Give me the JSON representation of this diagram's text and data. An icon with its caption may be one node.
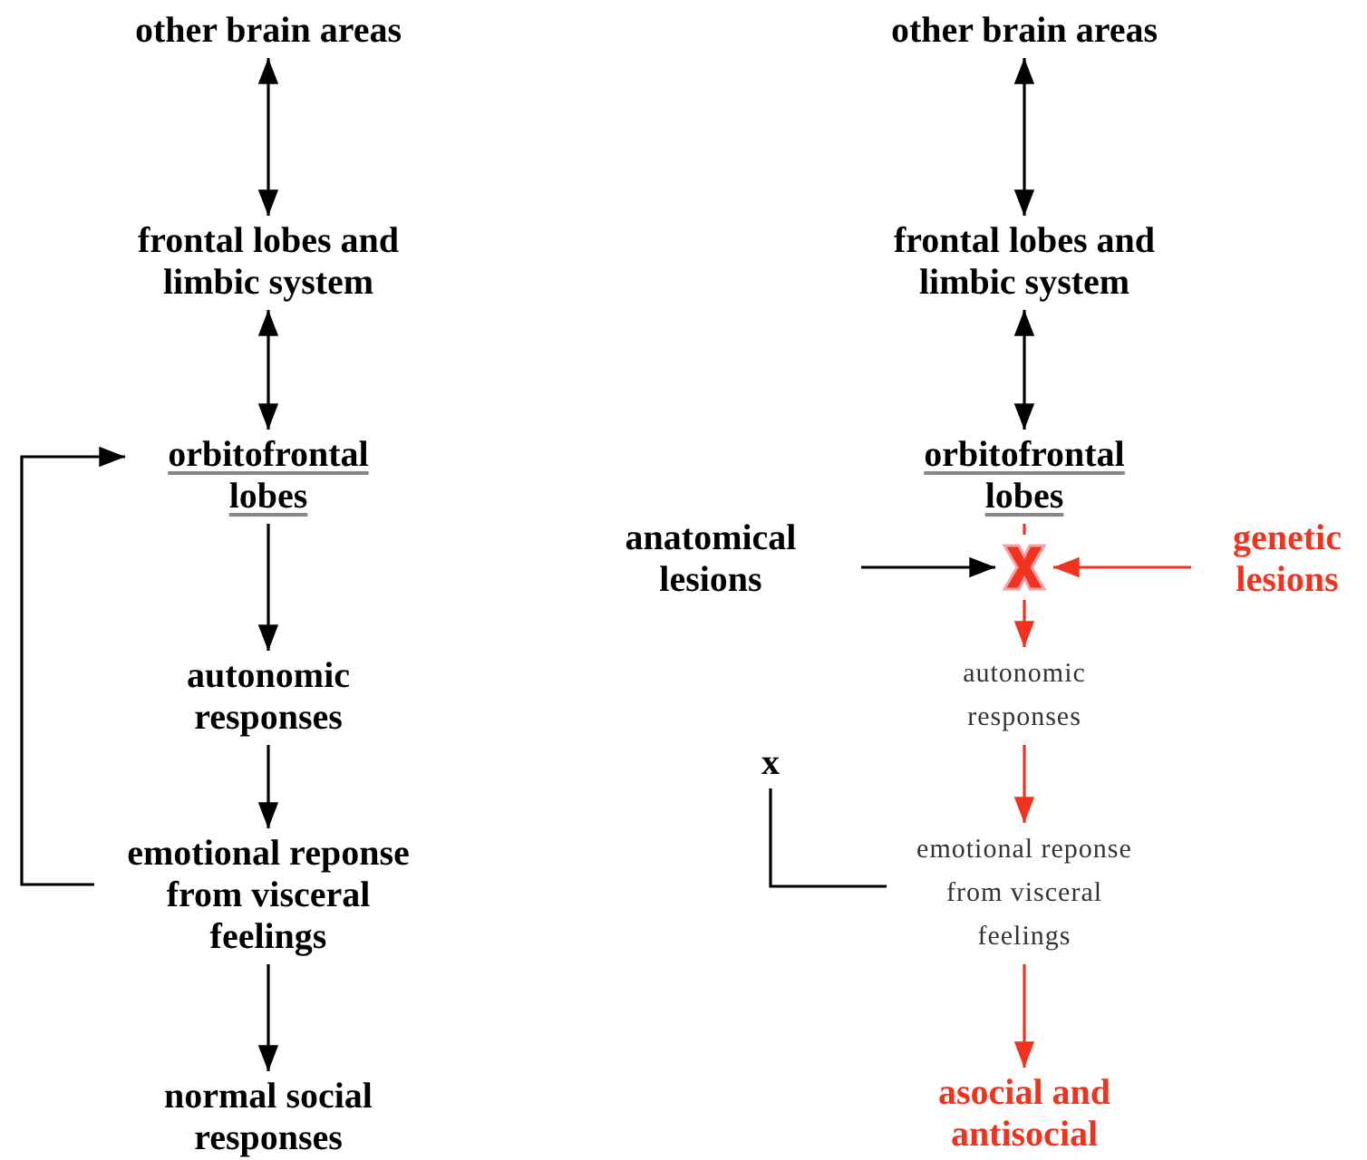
{
  "diagram": {
    "nodes": [
      {
        "text": [
          "other brain areas"
        ]
      },
      {
        "text": [
          "frontal lobes and limbic system"
        ]
      },
      {
        "text": [
          "orbitofrontal lobes"
        ]
      },
      {
        "text": [
          "autonomic responses"
        ]
      },
      {
        "text": [
          "emotional reponse from visceral feelings"
        ]
      },
      {
        "text": [
          "normal social responses"
        ]
      },
      {
        "text": [
          "other brain areas"
        ]
      },
      {
        "text": [
          "frontal lobes and limbic system"
        ]
      },
      {
        "text": [
          "orbitofrontal lobes"
        ]
      },
      {
        "text": [
          "anatomical lesions"
        ]
      },
      {
        "text": [],
        "shape": "cross"
      },
      {
        "text": [
          "genetic lesions"
        ]
      },
      {
        "text": [
          "autonomic responses"
        ]
      },
      {
        "text": [
          "emotional reponse from visceral feelings"
        ]
      },
      {
        "text": [
          "asocial and antisocial"
        ]
      },
      {
        "text": [
          "x"
        ]
      }
    ],
    "edges": [
      {
        "from": 0,
        "to": 1,
        "arrow": "both"
      },
      {
        "from": 1,
        "to": 2,
        "arrow": "both"
      },
      {
        "from": 2,
        "to": 3,
        "arrow": "to"
      },
      {
        "from": 3,
        "to": 4,
        "arrow": "to"
      },
      {
        "from": 4,
        "to": 5,
        "arrow": "to"
      },
      {
        "from": 4,
        "to": 2,
        "arrow": "to"
      },
      {
        "from": 6,
        "to": 7,
        "arrow": "both"
      },
      {
        "from": 7,
        "to": 8,
        "arrow": "both"
      },
      {
        "from": 8,
        "to": 10,
        "arrow": "none",
        "color": "#f0321e"
      },
      {
        "from": 9,
        "to": 10,
        "arrow": "to"
      },
      {
        "from": 11,
        "to": 10,
        "arrow": "to",
        "color": "#f0321e"
      },
      {
        "from": 10,
        "to": 12,
        "arrow": "to",
        "color": "#f0321e"
      },
      {
        "from": 12,
        "to": 13,
        "arrow": "to",
        "color": "#f0321e"
      },
      {
        "from": 13,
        "to": 14,
        "arrow": "to",
        "color": "#f0321e"
      },
      {
        "from": 13,
        "to": 15,
        "arrow": "none"
      }
    ]
  }
}
